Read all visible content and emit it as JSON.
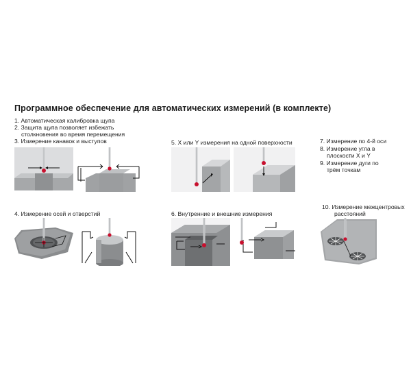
{
  "title": "Программное обеспечение для автоматических измерений (в комплекте)",
  "group_a": {
    "item1": "1. Автоматическая калибровка щупа",
    "item2": "2. Защита щупа позволяет избежать",
    "item2b": "столкновения во время перемещения",
    "item3": "3. Измерение канавок и выступов"
  },
  "group_b": {
    "item5": "5. X или Y измерения на одной поверхности"
  },
  "group_c": {
    "item7": "7. Измерение по 4-й оси",
    "item8": "8. Измерение угла в",
    "item8b": "плоскости X и Y",
    "item9": "9. Измерение дуги по",
    "item9b": "трём точкам"
  },
  "group_d": {
    "item4": "4. Измерение осей и отверстий"
  },
  "group_e": {
    "item6": "6. Внутренние и внешние измерения"
  },
  "group_f": {
    "item10": "10. Измерение межцентровых",
    "item10b": "расстояний"
  },
  "colors": {
    "ruby": "#c8102e",
    "panel_bg": "#d9dadb",
    "metal": "#8a8c8e"
  }
}
